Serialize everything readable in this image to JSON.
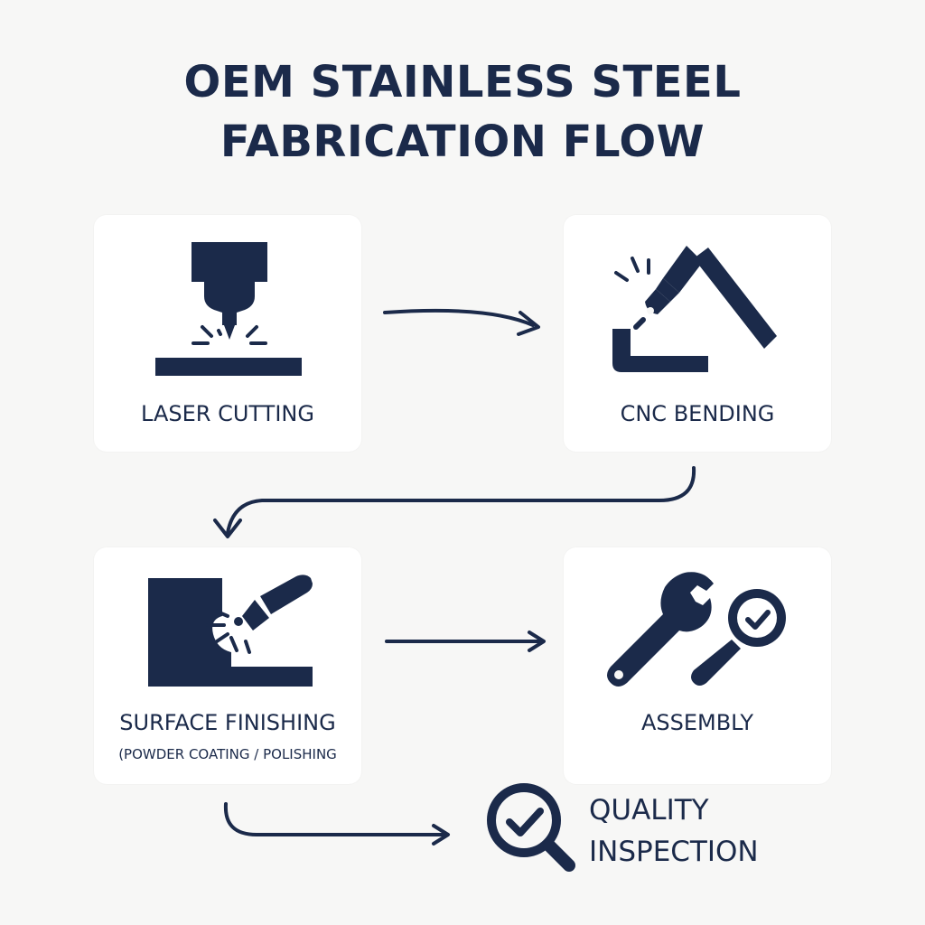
{
  "title": {
    "line1": "OEM STAINLESS STEEL",
    "line2": "FABRICATION FLOW"
  },
  "colors": {
    "primary": "#1b2a4a",
    "background": "#f7f7f6",
    "card": "#ffffff"
  },
  "steps": {
    "laser": {
      "label": "LASER CUTTING",
      "icon": "laser-cutter-icon"
    },
    "bending": {
      "label": "CNC BENDING",
      "icon": "press-brake-icon"
    },
    "finishing": {
      "label": "SURFACE FINISHING",
      "sublabel": "(POWDER COATING / POLISHING",
      "icon": "spray-gun-icon"
    },
    "assembly": {
      "label": "ASSEMBLY",
      "icon": "wrench-and-magnifier-icon"
    },
    "quality": {
      "line1": "QUALITY",
      "line2": "INSPECTION",
      "icon": "magnifier-check-icon"
    }
  }
}
